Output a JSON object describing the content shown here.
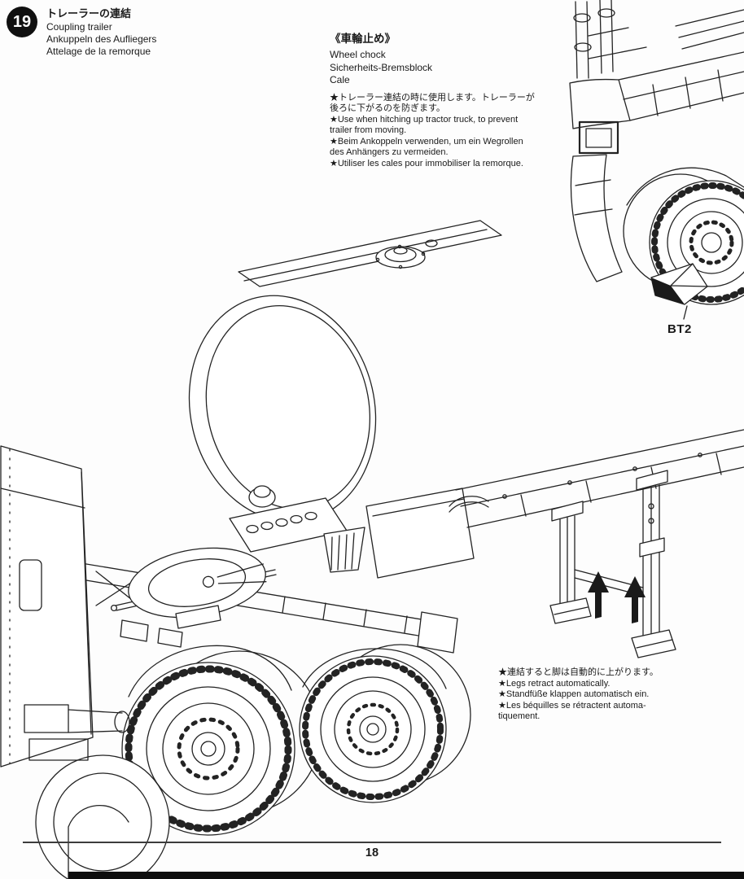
{
  "ink": "#1a1a1a",
  "step": {
    "number": "19",
    "titles": [
      "トレーラーの連結",
      "Coupling trailer",
      "Ankuppeln des Aufliegers",
      "Attelage de la remorque"
    ]
  },
  "wheel_chock": {
    "heading": "《車輪止め》",
    "labels": [
      "Wheel chock",
      "Sicherheits-Bremsblock",
      "Cale"
    ],
    "notes": [
      "★トレーラー連結の時に使用します。トレーラーが",
      "後ろに下がるのを防ぎます。",
      "★Use when hitching up tractor truck, to prevent",
      "trailer from moving.",
      "★Beim Ankoppeln verwenden, um ein Wegrollen",
      "des Anhängers zu vermeiden.",
      "★Utiliser les cales pour immobiliser la remorque."
    ],
    "part_label": "BT2"
  },
  "legs_note": {
    "lines": [
      "★連結すると脚は自動的に上がります。",
      "★Legs retract automatically.",
      "★Standfüße klappen automatisch ein.",
      "★Les béquilles se rétractent automa-",
      "tiquement."
    ]
  },
  "page": {
    "number": "18"
  },
  "illustrations": {
    "main": "tractor-truck-fifth-wheel-and-tank-trailer-with-landing-legs",
    "detail": "trailer-rear-wheel-with-chock-BT2"
  }
}
